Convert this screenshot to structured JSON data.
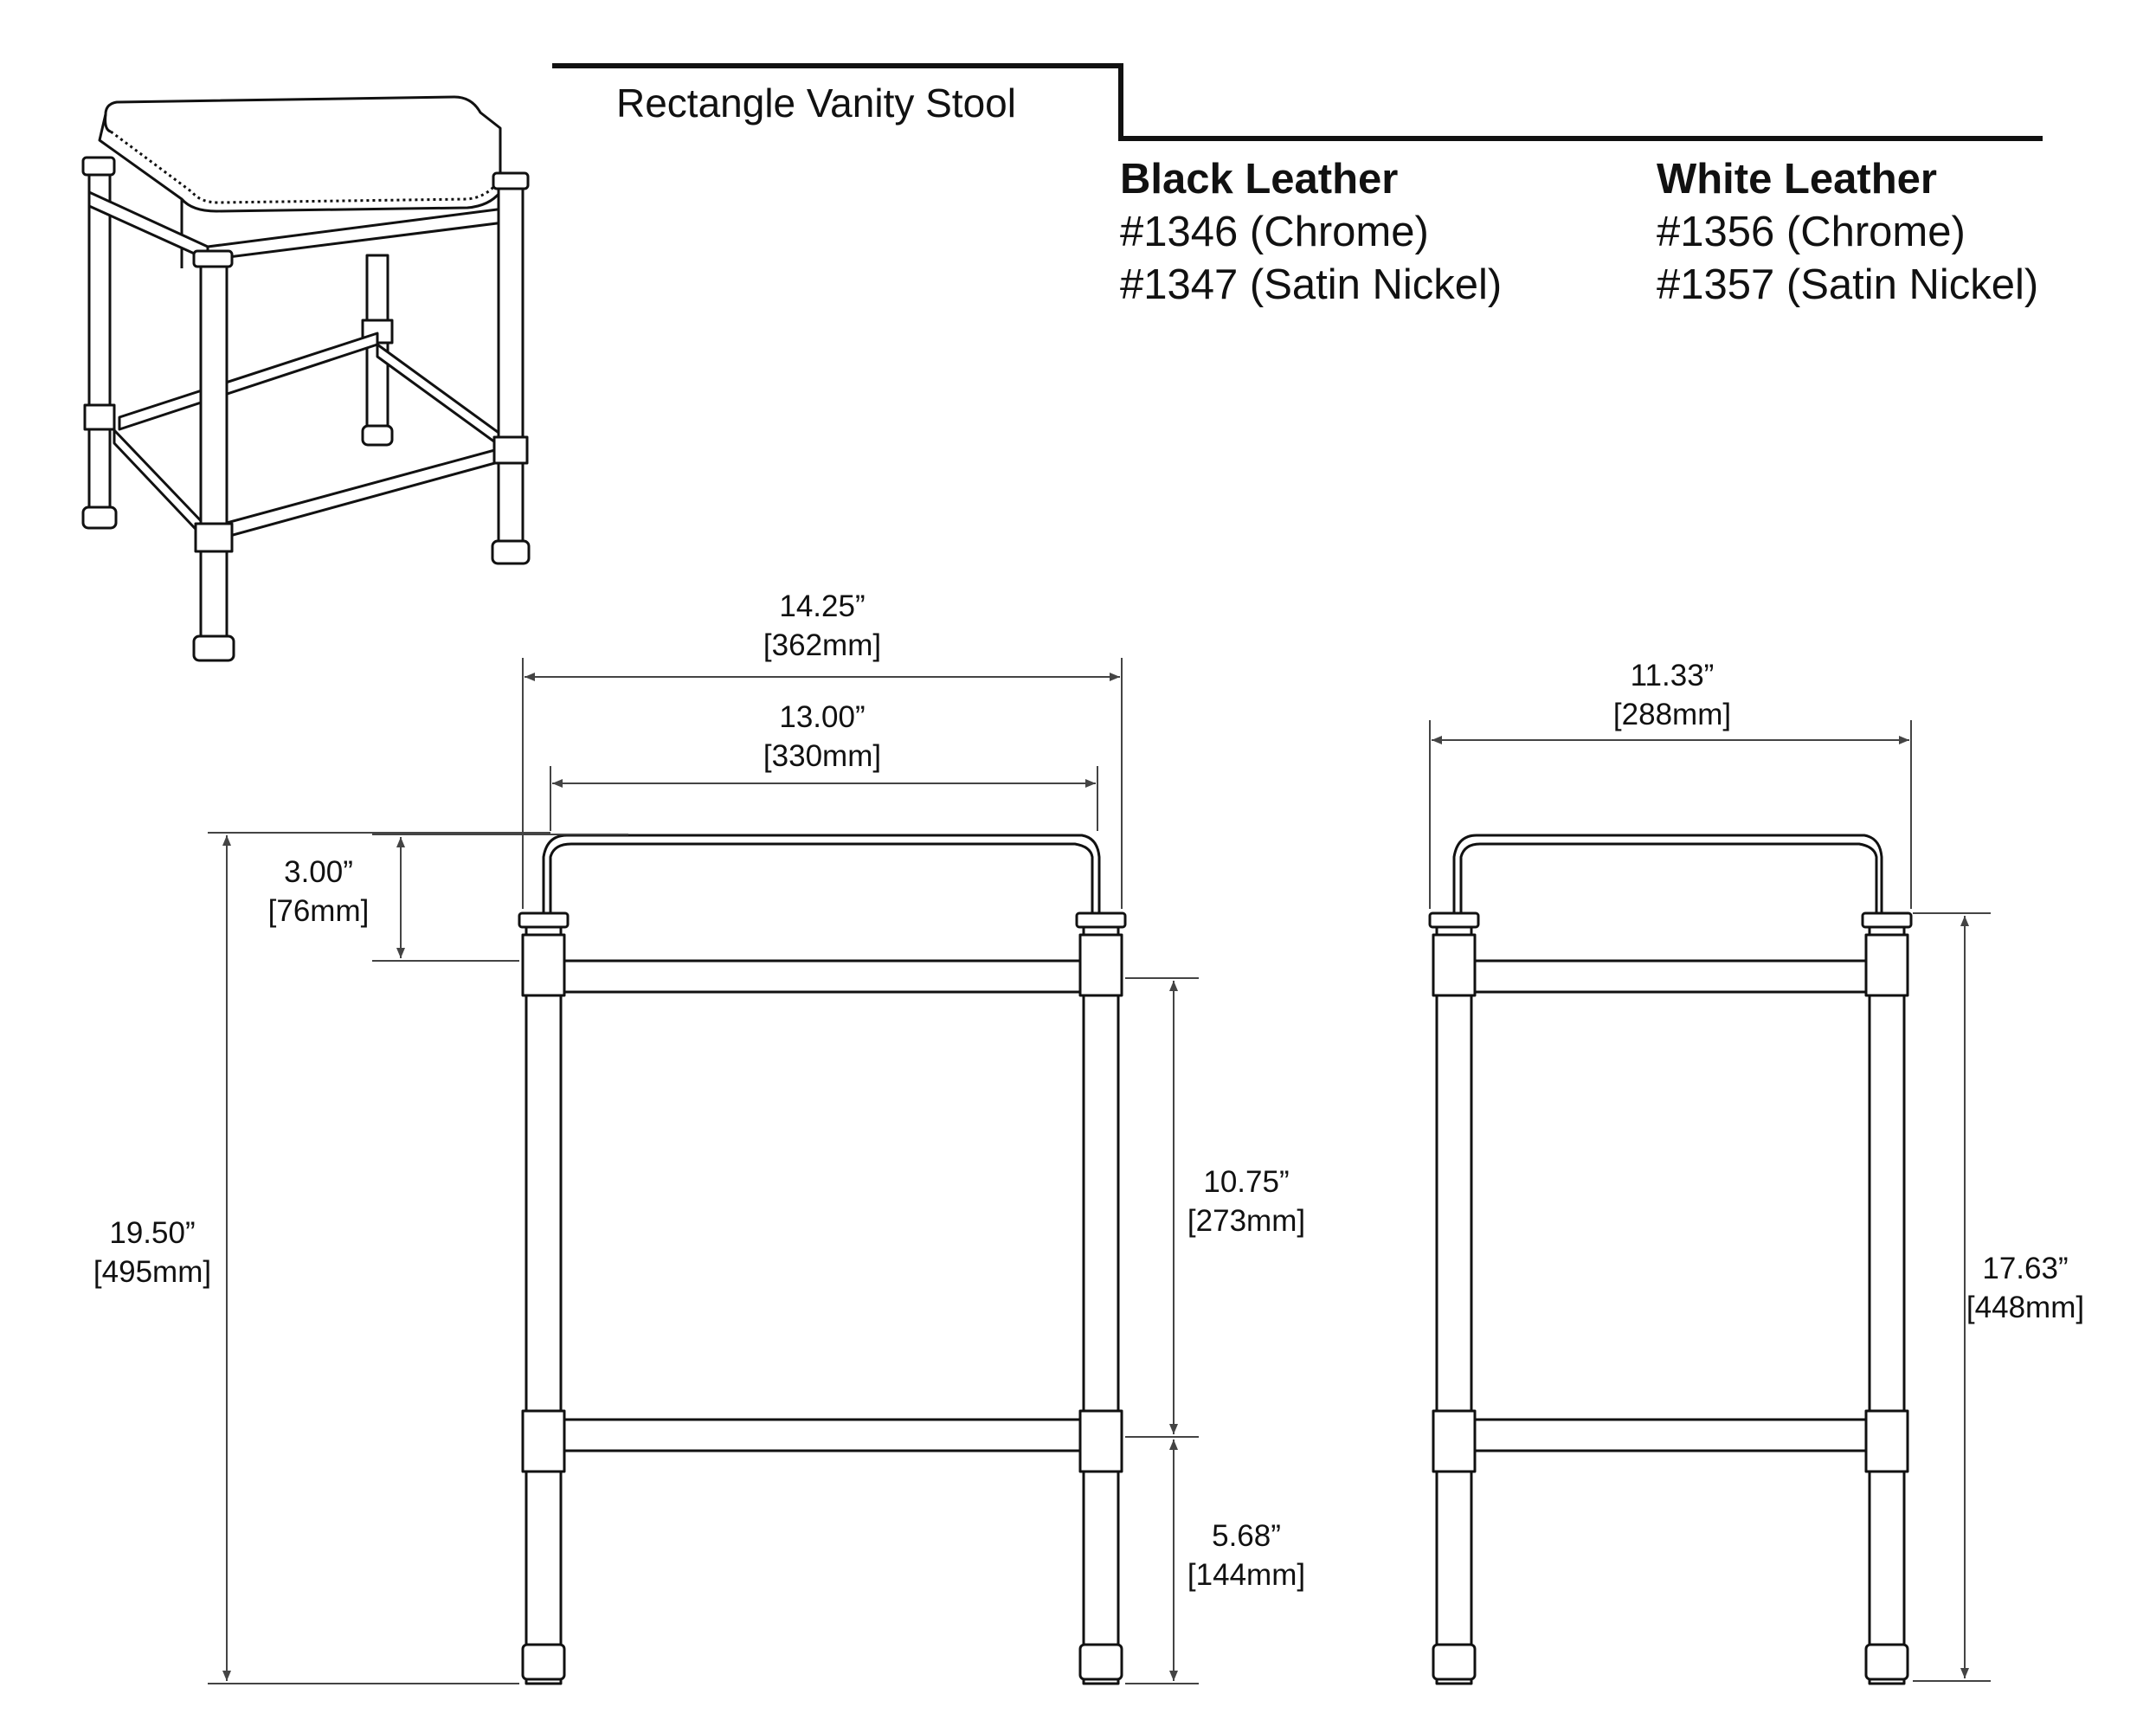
{
  "title": "Rectangle Vanity Stool",
  "variants": [
    {
      "name": "Black Leather",
      "skus": [
        "#1346 (Chrome)",
        "#1347 (Satin Nickel)"
      ]
    },
    {
      "name": "White Leather",
      "skus": [
        "#1356 (Chrome)",
        "#1357 (Satin Nickel)"
      ]
    }
  ],
  "dimensions": {
    "overall_width": {
      "in": "14.25”",
      "mm": "[362mm]"
    },
    "seat_width": {
      "in": "13.00”",
      "mm": "[330mm]"
    },
    "seat_height": {
      "in": "3.00”",
      "mm": "[76mm]"
    },
    "overall_height": {
      "in": "19.50”",
      "mm": "[495mm]"
    },
    "upper_rail_gap": {
      "in": "10.75”",
      "mm": "[273mm]"
    },
    "lower_rail_height": {
      "in": "5.68”",
      "mm": "[144mm]"
    },
    "depth": {
      "in": "11.33”",
      "mm": "[288mm]"
    },
    "frame_height": {
      "in": "17.63”",
      "mm": "[448mm]"
    }
  },
  "colors": {
    "line": "#111111",
    "dim_line": "#444444"
  }
}
